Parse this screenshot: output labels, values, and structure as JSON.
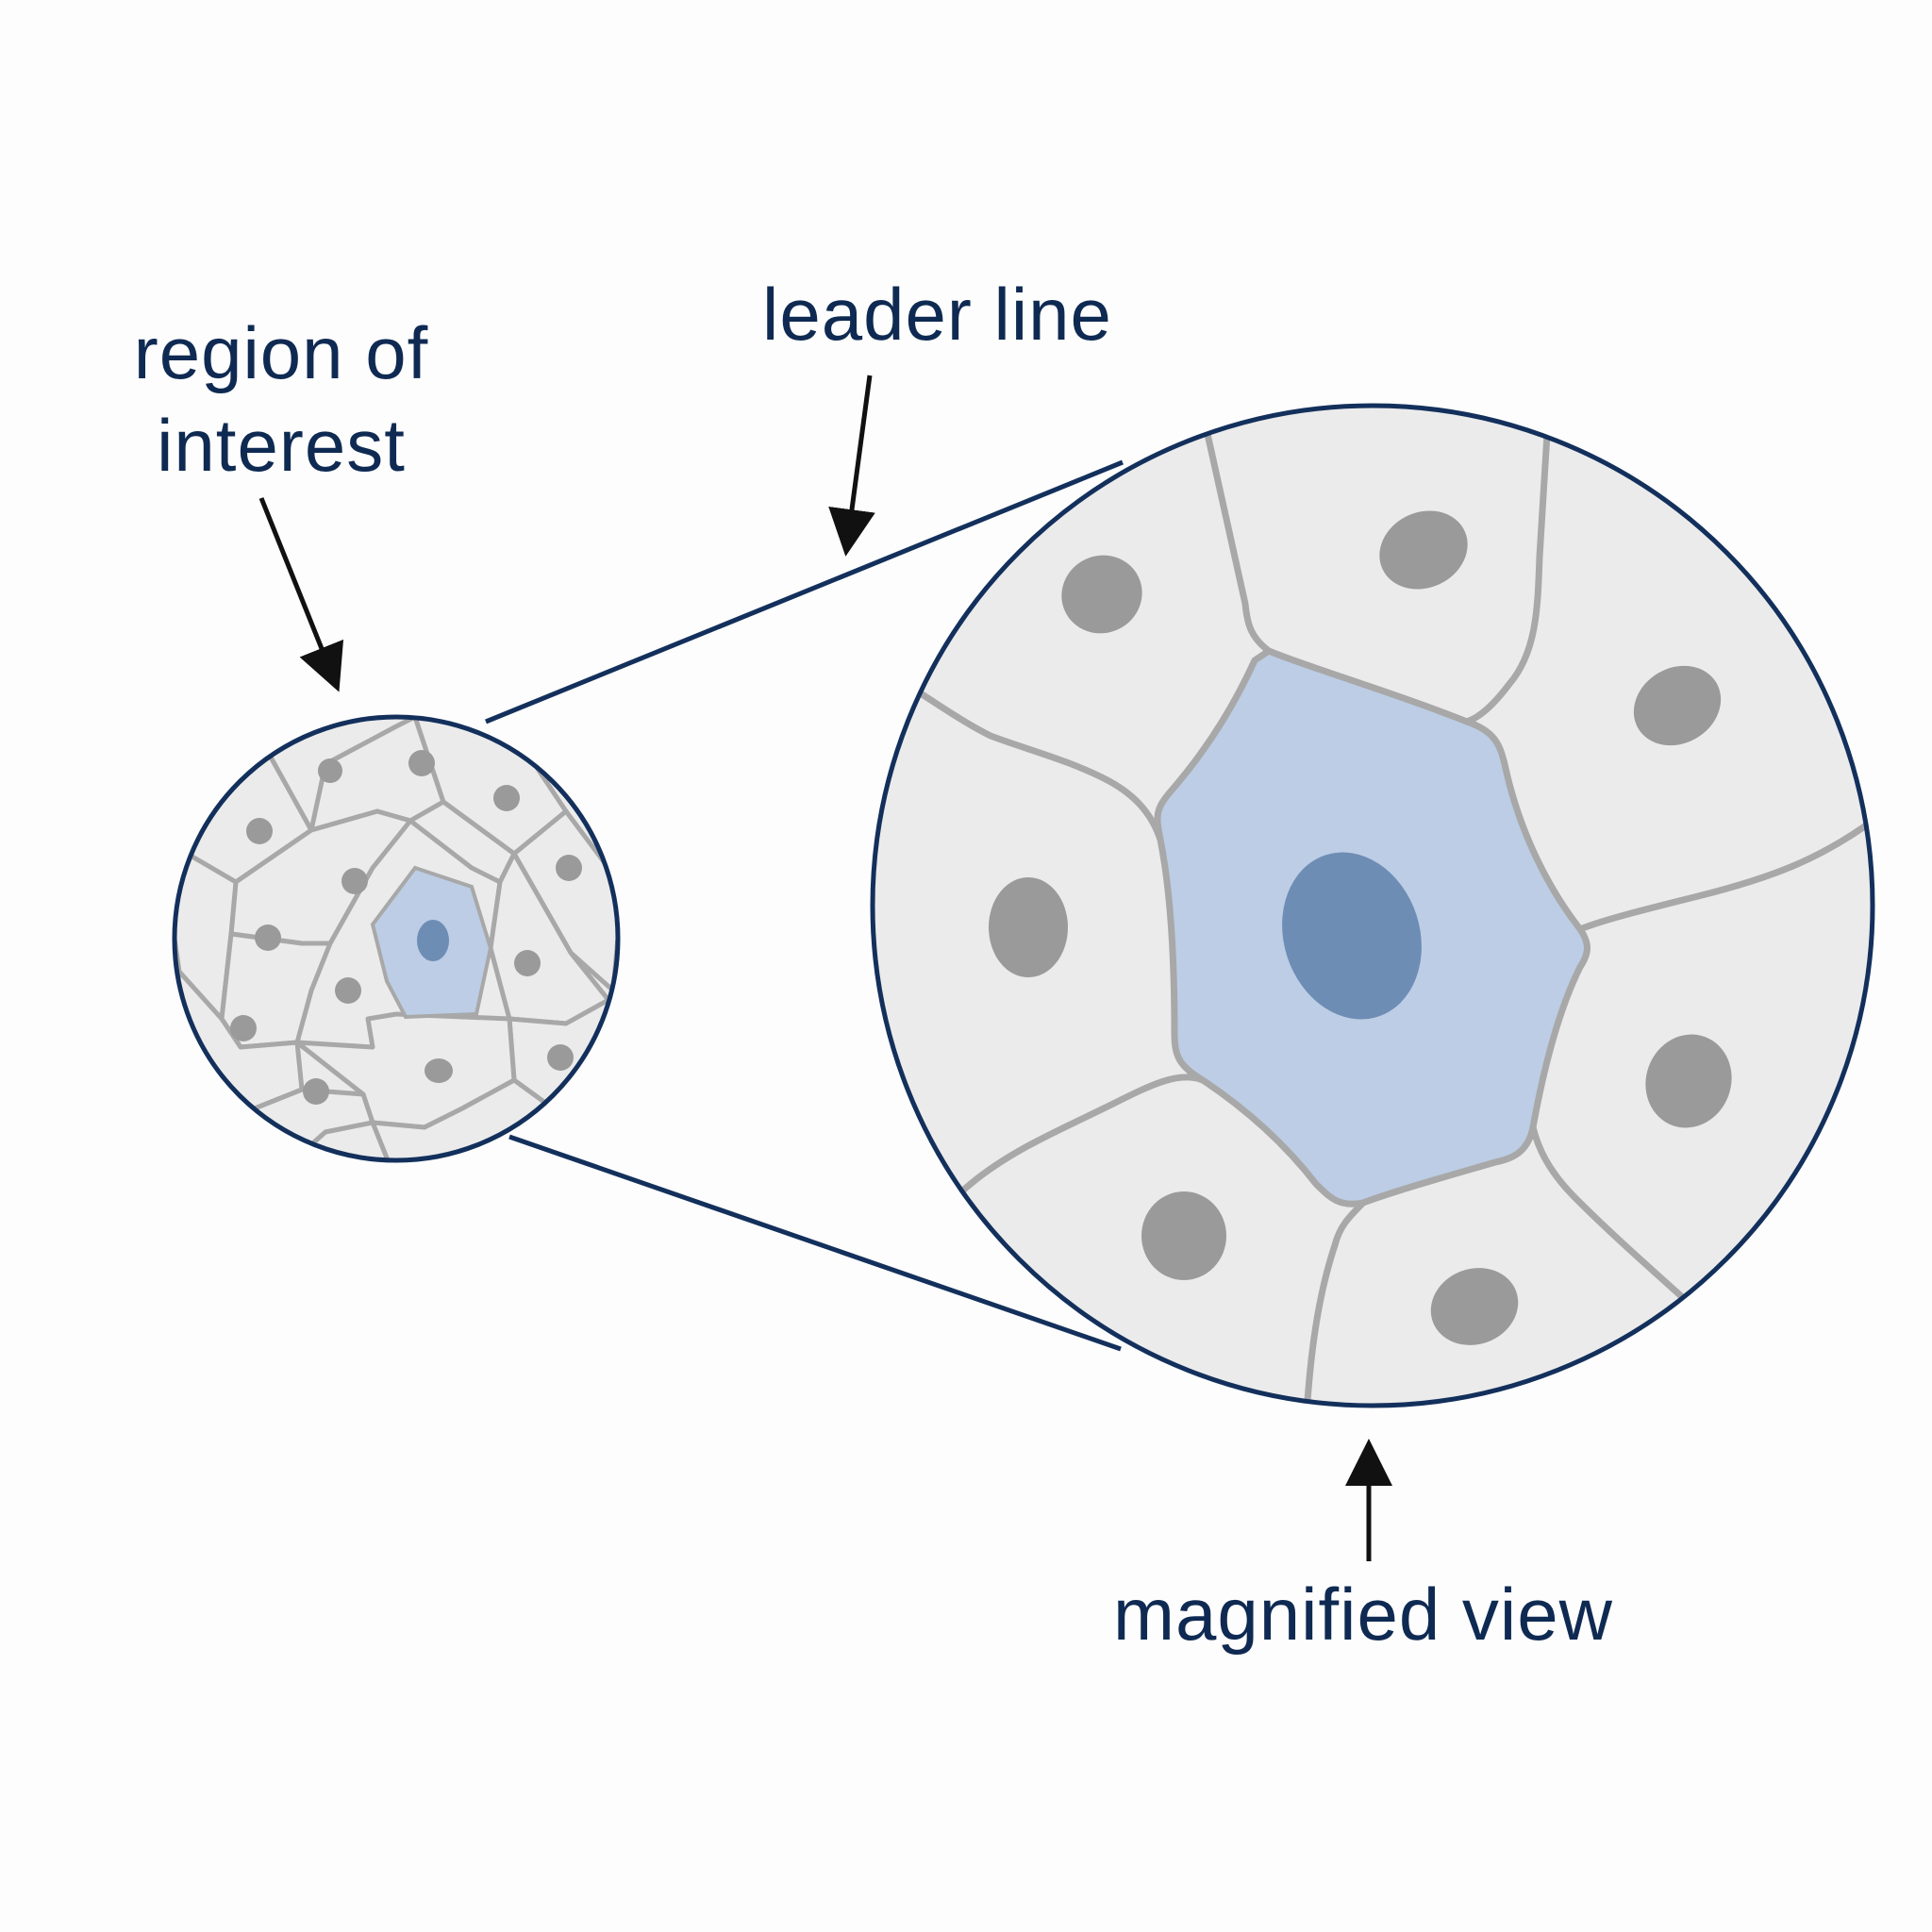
{
  "labels": {
    "region_of_interest_line1": "region of",
    "region_of_interest_line2": "interest",
    "leader_line": "leader line",
    "magnified_view": "magnified view"
  },
  "colors": {
    "background": "#fdfdfd",
    "outline": "#13305c",
    "text": "#0f2a52",
    "cell_fill": "#ebebeb",
    "cell_wall": "#a8a8a8",
    "nucleus": "#9a9a9a",
    "highlight_cell": "#bccde5",
    "highlight_nucleus": "#6e8db5",
    "arrow": "#111111"
  },
  "icons": {
    "small_circle": "tissue-sample-icon",
    "large_circle": "magnified-tissue-icon"
  }
}
